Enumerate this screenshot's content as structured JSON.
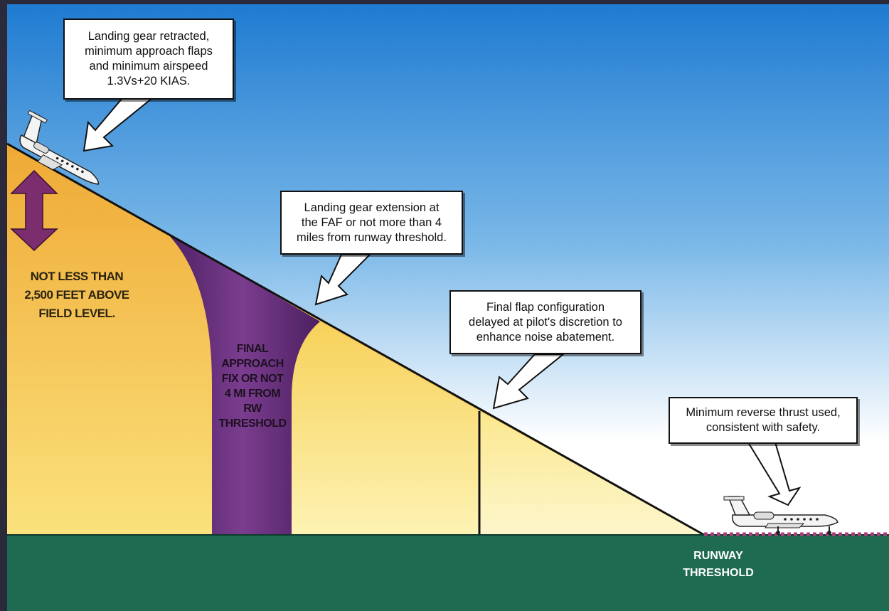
{
  "callouts": {
    "gear_retracted": "Landing gear retracted,\nminimum approach flaps\nand minimum airspeed\n1.3Vs+20 KIAS.",
    "gear_extension": "Landing gear extension at\nthe FAF or not more than 4\nmiles from runway threshold.",
    "final_flap": "Final flap configuration\ndelayed at pilot's discretion to\nenhance noise abatement.",
    "reverse_thrust": "Minimum reverse thrust used,\nconsistent with safety."
  },
  "labels": {
    "altitude": "NOT LESS THAN\n2,500 FEET ABOVE\nFIELD LEVEL.",
    "faf": "FINAL\nAPPROACH\nFIX OR NOT\n4 MI FROM\nRW\nTHRESHOLD",
    "runway": "RUNWAY\nTHRESHOLD"
  },
  "colors": {
    "sky_top": "#1f7bd1",
    "sky_bottom": "#ffffff",
    "zone_orange": "#f3b43f",
    "zone_yellow": "#fbe98a",
    "faf_purple": "#5a2a6e",
    "ground": "#1e6b52",
    "runway_dash": "#b03a7e"
  },
  "icons": [
    "double-arrow-icon",
    "aircraft-descending-icon",
    "aircraft-landed-icon"
  ]
}
